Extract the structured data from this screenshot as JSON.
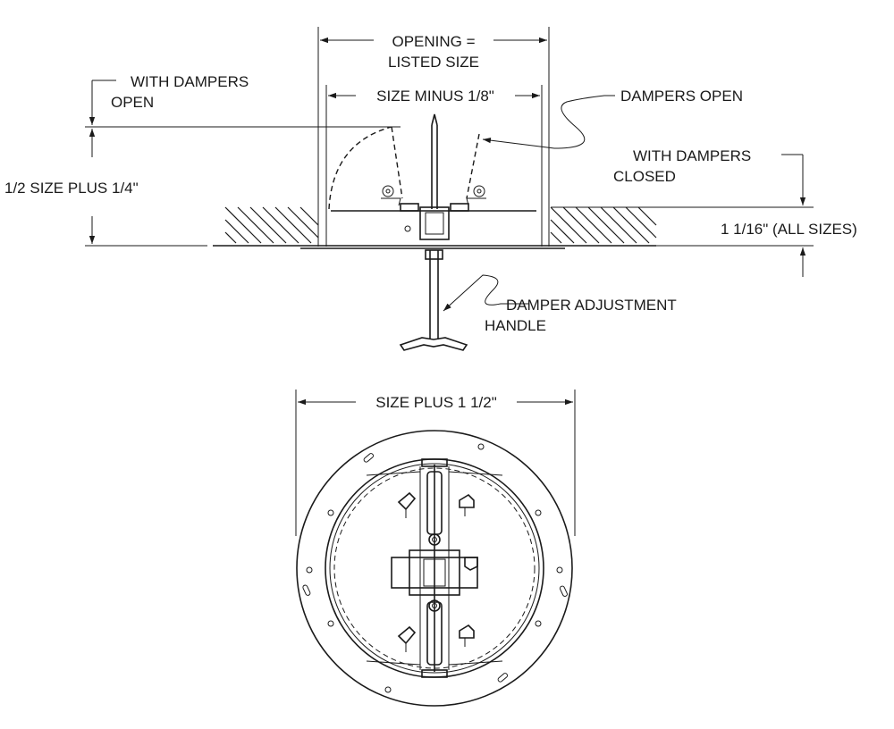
{
  "labels": {
    "opening_line1": "OPENING =",
    "opening_line2": "LISTED SIZE",
    "with_dampers_open_line1": "WITH DAMPERS",
    "with_dampers_open_line2": "OPEN",
    "size_minus": "SIZE MINUS 1/8\"",
    "dampers_open": "DAMPERS OPEN",
    "with_dampers_closed_line1": "WITH DAMPERS",
    "with_dampers_closed_line2": "CLOSED",
    "half_size_plus": "1/2 SIZE PLUS 1/4\"",
    "all_sizes": "1 1/16\" (ALL SIZES)",
    "handle_line1": "DAMPER ADJUSTMENT",
    "handle_line2": "HANDLE",
    "size_plus": "SIZE PLUS 1 1/2\""
  }
}
